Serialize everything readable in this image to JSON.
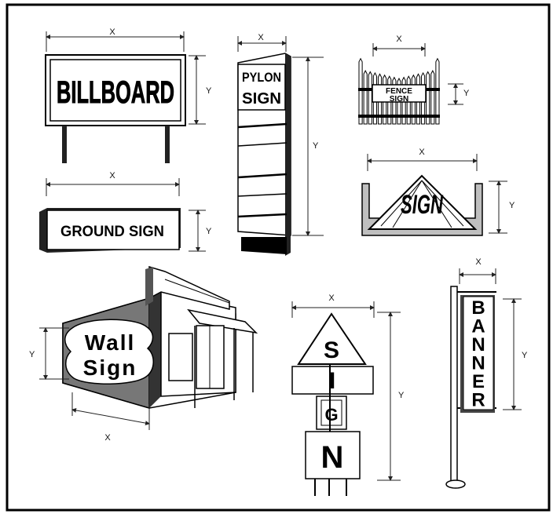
{
  "dimension_labels": {
    "width": "X",
    "height": "Y"
  },
  "signs": {
    "billboard": {
      "text": "BILLBOARD"
    },
    "pylon": {
      "line1": "PYLON",
      "line2": "SIGN"
    },
    "fence": {
      "line1": "FENCE",
      "line2": "SIGN"
    },
    "monument": {
      "text": "SIGN"
    },
    "ground": {
      "text": "GROUND SIGN"
    },
    "wall": {
      "line1": "Wall",
      "line2": "Sign"
    },
    "stacked": {
      "letters": [
        "S",
        "I",
        "G",
        "N"
      ]
    },
    "banner": {
      "letters": [
        "B",
        "A",
        "N",
        "N",
        "E",
        "R"
      ]
    }
  }
}
